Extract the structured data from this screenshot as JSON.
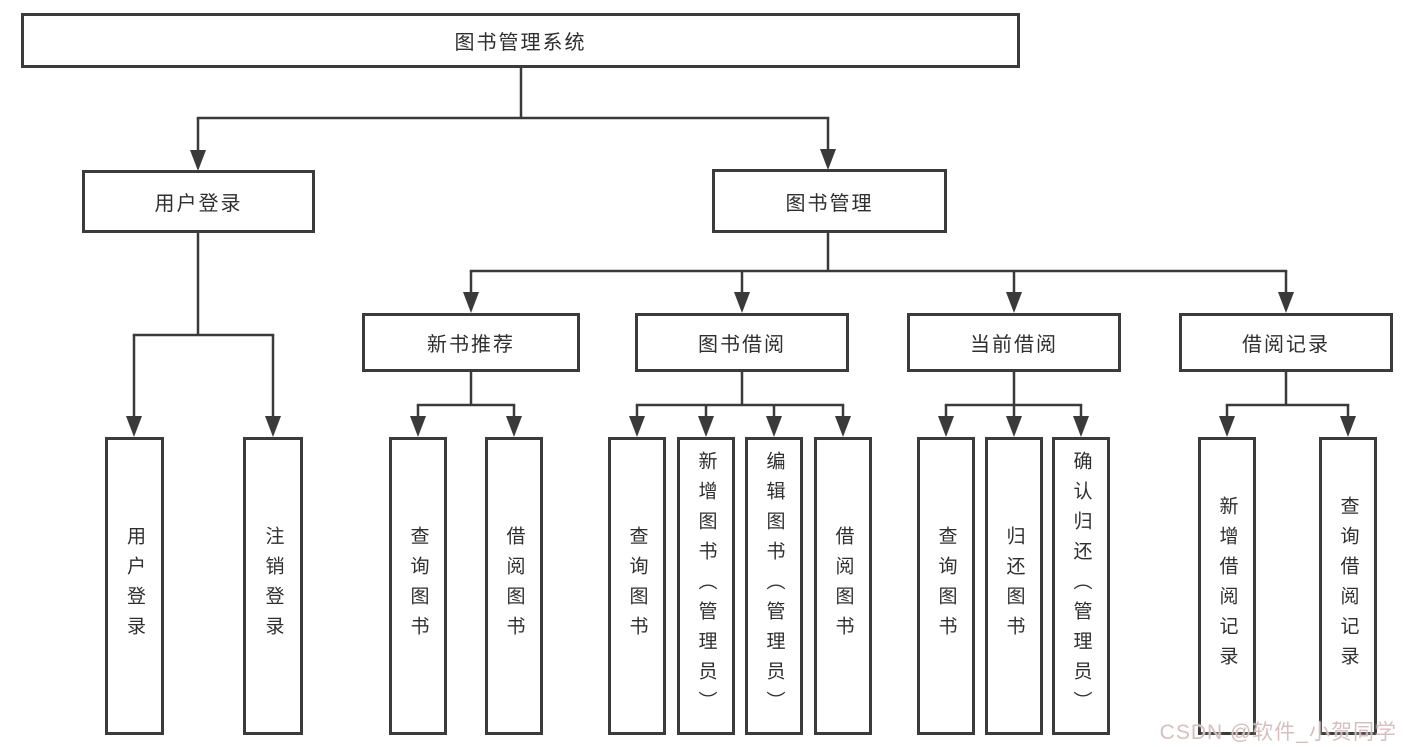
{
  "diagram": {
    "type": "hierarchy-tree",
    "colors": {
      "line": "#3a3a3a",
      "box_border": "#3b3b3b",
      "box_fill": "#ffffff",
      "text": "#2f2f2f",
      "watermark": "#d7bfbf"
    },
    "nodes": {
      "root": "图书管理系统",
      "userLogin": "用户登录",
      "bookMgmt": "图书管理",
      "newBookRec": "新书推荐",
      "bookBorrow": "图书借阅",
      "currentBorrow": "当前借阅",
      "borrowRecord": "借阅记录",
      "ulLogin": "用户登录",
      "ulLogout": "注销登录",
      "nbQueryBook": "查询图书",
      "nbBorrowBook": "借阅图书",
      "bbQueryBook": "查询图书",
      "bbAddBook": "新增图书（管理员）",
      "bbEditBook": "编辑图书（管理员）",
      "bbBorrowBook": "借阅图书",
      "cbQueryBook": "查询图书",
      "cbReturnBook": "归还图书",
      "cbConfirmReturn": "确认归还（管理员）",
      "brAddRecord": "新增借阅记录",
      "brQueryRecord": "查询借阅记录"
    },
    "structure": {
      "图书管理系统": [
        "用户登录",
        "图书管理"
      ],
      "用户登录": [
        "用户登录",
        "注销登录"
      ],
      "图书管理": [
        "新书推荐",
        "图书借阅",
        "当前借阅",
        "借阅记录"
      ],
      "新书推荐": [
        "查询图书",
        "借阅图书"
      ],
      "图书借阅": [
        "查询图书",
        "新增图书（管理员）",
        "编辑图书（管理员）",
        "借阅图书"
      ],
      "当前借阅": [
        "查询图书",
        "归还图书",
        "确认归还（管理员）"
      ],
      "借阅记录": [
        "新增借阅记录",
        "查询借阅记录"
      ]
    },
    "watermark": "CSDN @软件_小贺同学"
  }
}
